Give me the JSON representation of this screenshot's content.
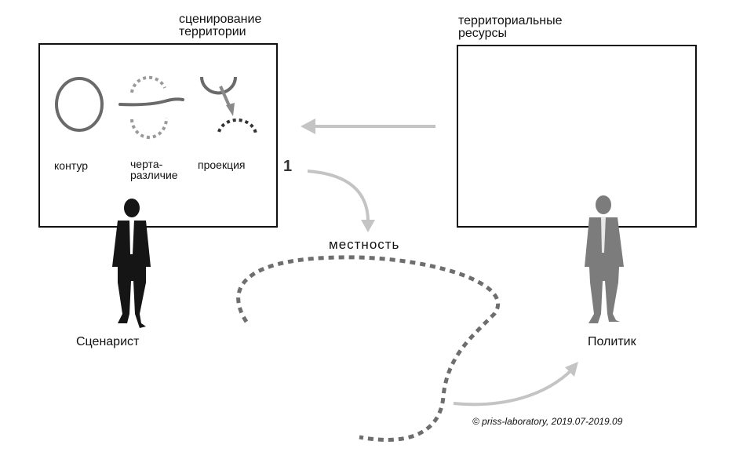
{
  "boxes": {
    "left_title": "сценирование\nтерритории",
    "right_title": "территориальные\nресурсы"
  },
  "icons": {
    "contour_label": "контур",
    "line_label": "черта-\nразличие",
    "projection_label": "проекция"
  },
  "arrow_number": "1",
  "terrain_label": "местность",
  "people": {
    "left": "Сценарист",
    "right": "Политик"
  },
  "credit": "© priss-laboratory, 2019.07-2019.09",
  "colors": {
    "outline": "#111111",
    "arrow": "#c4c4c4",
    "dash": "#6e6e6e",
    "icon": "#6a6a6a",
    "icon_light": "#9a9a9a",
    "figure_dark": "#151515",
    "figure_gray": "#7c7c7c"
  }
}
